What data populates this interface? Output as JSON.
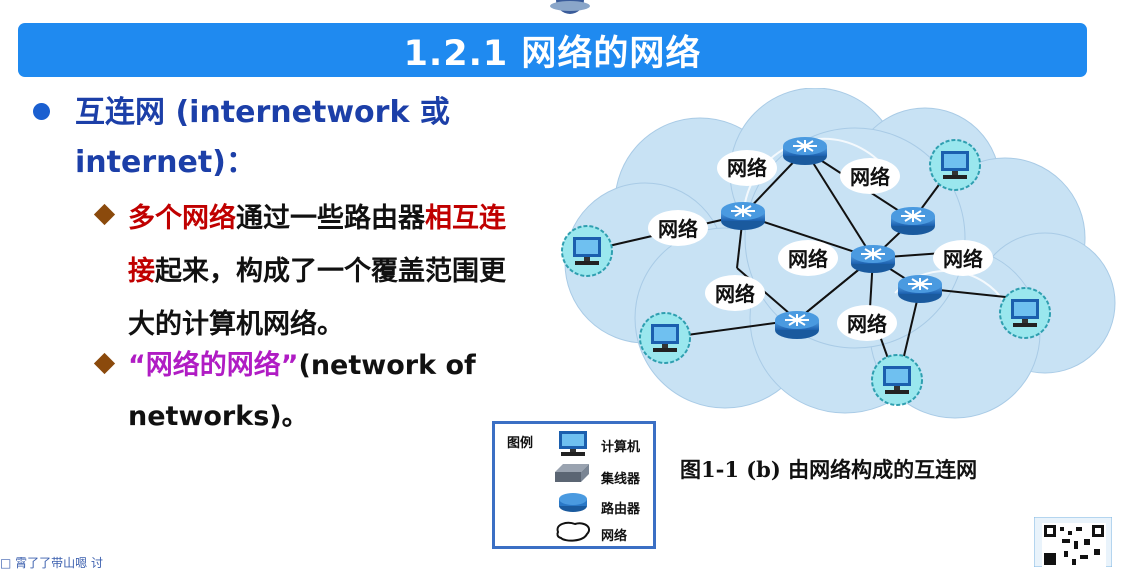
{
  "slide": {
    "title": "1.2.1  网络的网络"
  },
  "content": {
    "bullet1": "互连网 (internetwork 或 internet)：",
    "sub1": {
      "part1_red": "多个网络",
      "part2": "通过一些路由器",
      "part3_red": "相互连接",
      "part4": "起来，构成了一个覆盖范围更大的计算机网络。"
    },
    "sub2": {
      "quote_magenta": "“网络的网络”",
      "rest": "(network of networks)。"
    }
  },
  "diagram": {
    "network_label": "网络",
    "caption": "图1-1 (b) 由网络构成的互连网",
    "colors": {
      "cloud": "#c8e2f4",
      "router": "#2a78c6",
      "computer_ring": "#3ab8c8"
    }
  },
  "legend": {
    "title": "图例",
    "items": [
      {
        "icon": "computer-icon",
        "label": "计算机"
      },
      {
        "icon": "hub-icon",
        "label": "集线器"
      },
      {
        "icon": "router-icon",
        "label": "路由器"
      },
      {
        "icon": "network-cloud-icon",
        "label": "网络"
      }
    ]
  },
  "footer": {
    "watermark": "□ 霄了了带山嗯 讨"
  }
}
